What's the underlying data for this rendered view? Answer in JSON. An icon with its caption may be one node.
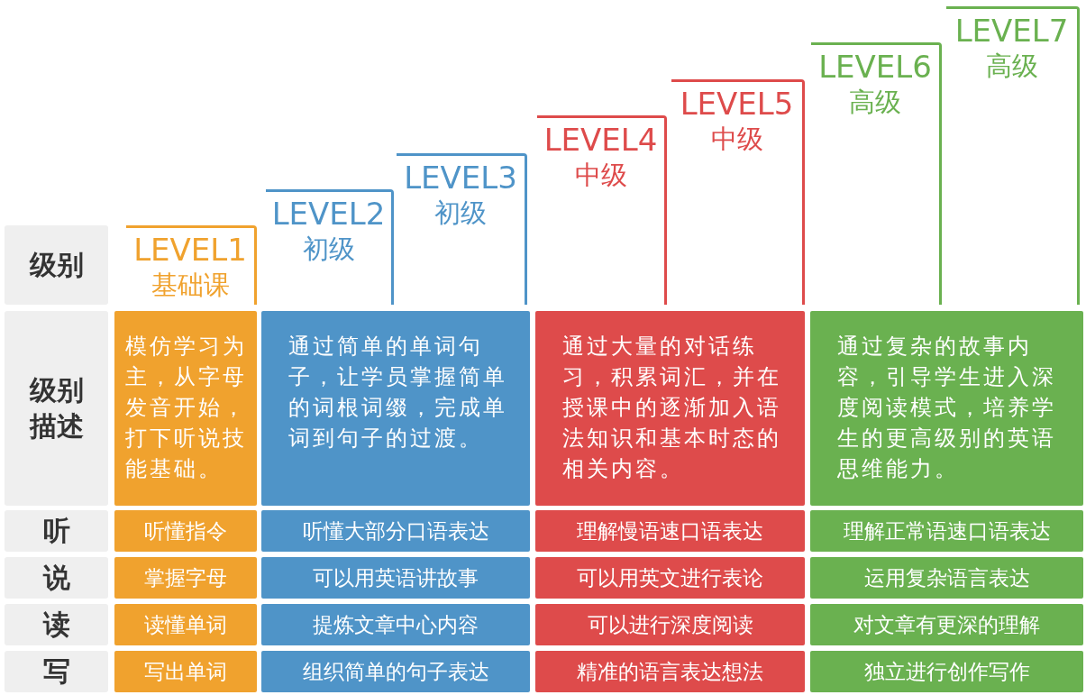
{
  "diagram": {
    "nodes": [
      {
        "text": [
          "级别"
        ]
      },
      {
        "text": [
          "LEVEL1",
          "基础课"
        ]
      },
      {
        "text": [
          "LEVEL2",
          "初级"
        ]
      },
      {
        "text": [
          "LEVEL3",
          "初级"
        ]
      },
      {
        "text": [
          "LEVEL4",
          "中级"
        ]
      },
      {
        "text": [
          "LEVEL5",
          "中级"
        ]
      },
      {
        "text": [
          "LEVEL6",
          "高级"
        ]
      },
      {
        "text": [
          "LEVEL7",
          "高级"
        ]
      },
      {
        "text": [
          "级别描述"
        ]
      },
      {
        "text": [
          "模仿学习为主，从字母发音开始，打下听说技能基础。"
        ]
      },
      {
        "text": [
          "通过简单的单词句子，让学员掌握简单的词根词缀，完成单词到句子的过渡。"
        ]
      },
      {
        "text": [
          "通过大量的对话练习，积累词汇，并在授课中的逐渐加入语法知识和基本时态的相关内容。"
        ]
      },
      {
        "text": [
          "通过复杂的故事内容，引导学生进入深度阅读模式，培养学生的更高级别的英语思维能力。"
        ]
      },
      {
        "text": [
          "听"
        ]
      },
      {
        "text": [
          "听懂指令"
        ]
      },
      {
        "text": [
          "听懂大部分口语表达"
        ]
      },
      {
        "text": [
          "理解慢语速口语表达"
        ]
      },
      {
        "text": [
          "理解正常语速口语表达"
        ]
      },
      {
        "text": [
          "说"
        ]
      },
      {
        "text": [
          "掌握字母"
        ]
      },
      {
        "text": [
          "可以用英语讲故事"
        ]
      },
      {
        "text": [
          "可以用英文进行表论"
        ]
      },
      {
        "text": [
          "运用复杂语言表达"
        ]
      },
      {
        "text": [
          "读"
        ]
      },
      {
        "text": [
          "读懂单词"
        ]
      },
      {
        "text": [
          "提炼文章中心内容"
        ]
      },
      {
        "text": [
          "可以进行深度阅读"
        ]
      },
      {
        "text": [
          "对文章有更深的理解"
        ]
      },
      {
        "text": [
          "写"
        ]
      },
      {
        "text": [
          "写出单词"
        ]
      },
      {
        "text": [
          "组织简单的句子表达"
        ]
      },
      {
        "text": [
          "精准的语言表达想法"
        ]
      },
      {
        "text": [
          "独立进行创作写作"
        ]
      }
    ]
  }
}
